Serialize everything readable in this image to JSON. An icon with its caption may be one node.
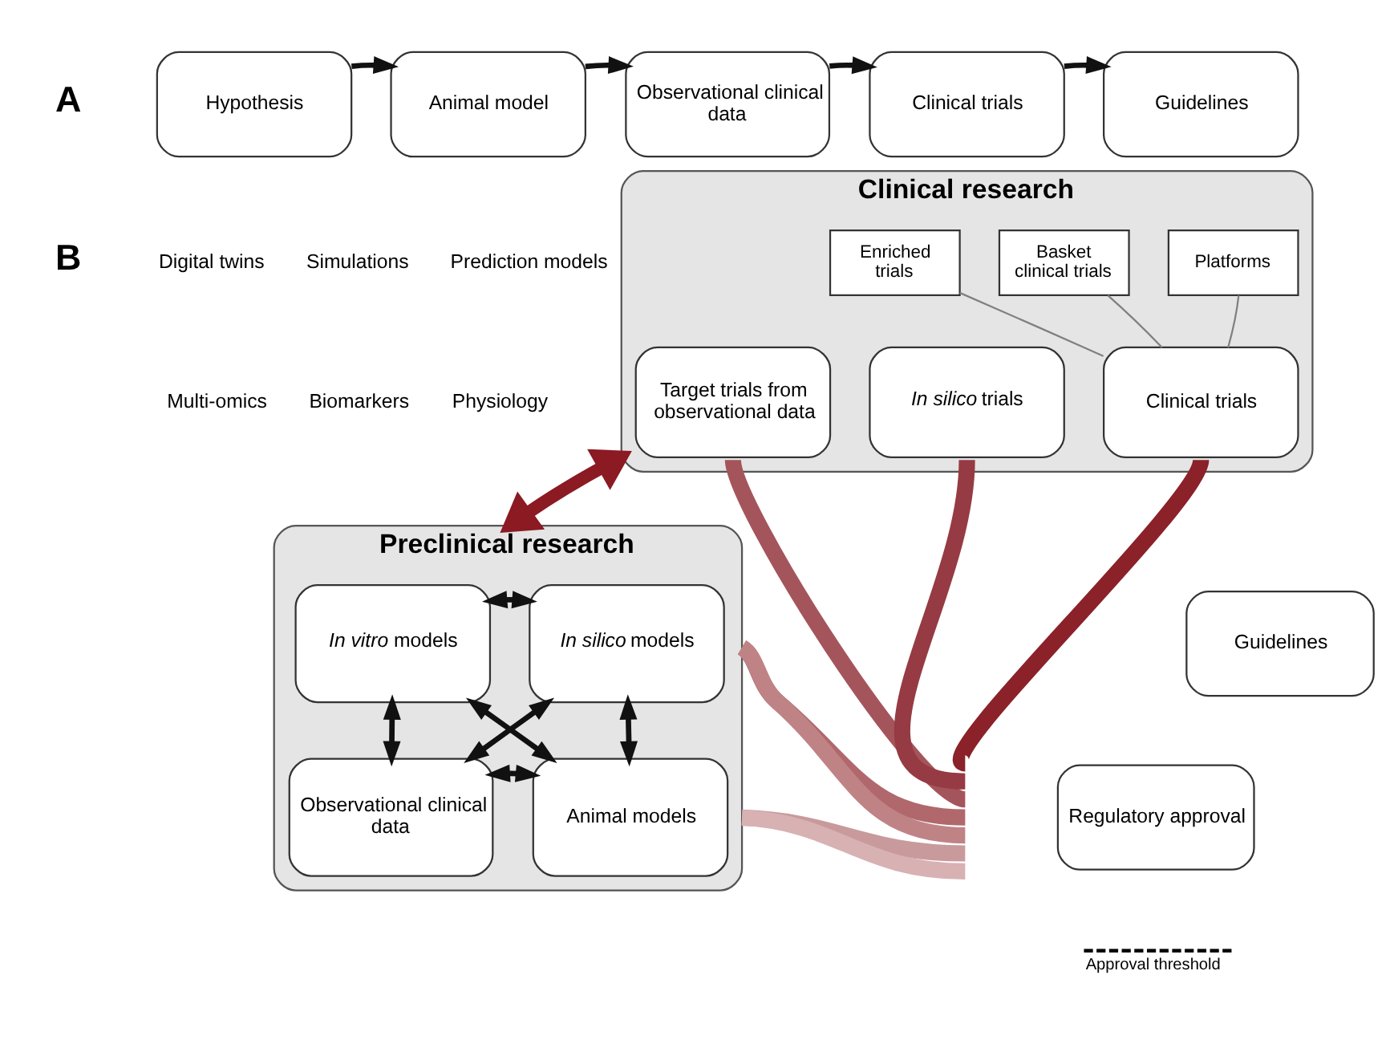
{
  "diagram": {
    "nodes": [
      {
        "text": [
          "Hypothesis"
        ]
      },
      {
        "text": [
          "Animal model"
        ]
      },
      {
        "text": [
          "Observational clinical data"
        ]
      },
      {
        "text": [
          "Clinical trials"
        ]
      },
      {
        "text": [
          "Guidelines"
        ]
      },
      {
        "text": [
          "Clinical research"
        ]
      },
      {
        "text": [
          "Enriched trials"
        ],
        "in": 5
      },
      {
        "text": [
          "Basket clinical trials"
        ],
        "in": 5
      },
      {
        "text": [
          "Platforms"
        ],
        "in": 5
      },
      {
        "text": [
          "Target trials from observational data"
        ],
        "in": 5
      },
      {
        "text": [
          "*In silico* trials"
        ],
        "in": 5
      },
      {
        "text": [
          "Clinical trials"
        ],
        "in": 5
      },
      {
        "text": [
          "Preclinical research"
        ]
      },
      {
        "text": [
          "*In vitro* models"
        ],
        "in": 12
      },
      {
        "text": [
          "*In silico* models"
        ],
        "in": 12
      },
      {
        "text": [
          "Observational clinical data"
        ],
        "in": 12
      },
      {
        "text": [
          "Animal models"
        ],
        "in": 12
      },
      {
        "text": [
          "Guidelines"
        ]
      },
      {
        "text": [
          "Regulatory approval"
        ]
      }
    ],
    "edges": [
      {
        "from": 0,
        "to": 1,
        "arrow": "to"
      },
      {
        "from": 1,
        "to": 2,
        "arrow": "to"
      },
      {
        "from": 2,
        "to": 3,
        "arrow": "to"
      },
      {
        "from": 3,
        "to": 4,
        "arrow": "to"
      },
      {
        "from": 5,
        "to": 12,
        "arrow": "both",
        "style": "thick",
        "color": "#8b1a23"
      },
      {
        "from": 6,
        "to": 11,
        "arrow": "none",
        "color": "#808080"
      },
      {
        "from": 7,
        "to": 11,
        "arrow": "none",
        "color": "#808080"
      },
      {
        "from": 8,
        "to": 11,
        "arrow": "none",
        "color": "#808080"
      },
      {
        "from": 13,
        "to": 14,
        "arrow": "both"
      },
      {
        "from": 13,
        "to": 15,
        "arrow": "both"
      },
      {
        "from": 13,
        "to": 16,
        "arrow": "both"
      },
      {
        "from": 14,
        "to": 15,
        "arrow": "both"
      },
      {
        "from": 14,
        "to": 16,
        "arrow": "both"
      },
      {
        "from": 15,
        "to": 16,
        "arrow": "both"
      },
      {
        "from": 11,
        "to": null,
        "arrow": "none",
        "style": "thick",
        "color": "#8b2129"
      },
      {
        "from": 10,
        "to": null,
        "arrow": "none",
        "style": "thick",
        "color": "#963b43"
      },
      {
        "from": 9,
        "to": null,
        "arrow": "none",
        "style": "thick",
        "color": "#a4555b"
      },
      {
        "from": 12,
        "to": null,
        "arrow": "none",
        "style": "thick",
        "color": "#b0686c"
      },
      {
        "from": 12,
        "to": null,
        "arrow": "none",
        "style": "thick",
        "color": "#bf8386"
      },
      {
        "from": 12,
        "to": null,
        "arrow": "none",
        "style": "thick",
        "color": "#c99a9c"
      },
      {
        "from": 12,
        "to": null,
        "arrow": "none",
        "style": "thick",
        "color": "#d8b1b3"
      }
    ],
    "labels": [
      "A",
      "B",
      "Digital twins",
      "Simulations",
      "Prediction models",
      "Multi-omics",
      "Biomarkers",
      "Physiology",
      "Approval threshold"
    ]
  }
}
